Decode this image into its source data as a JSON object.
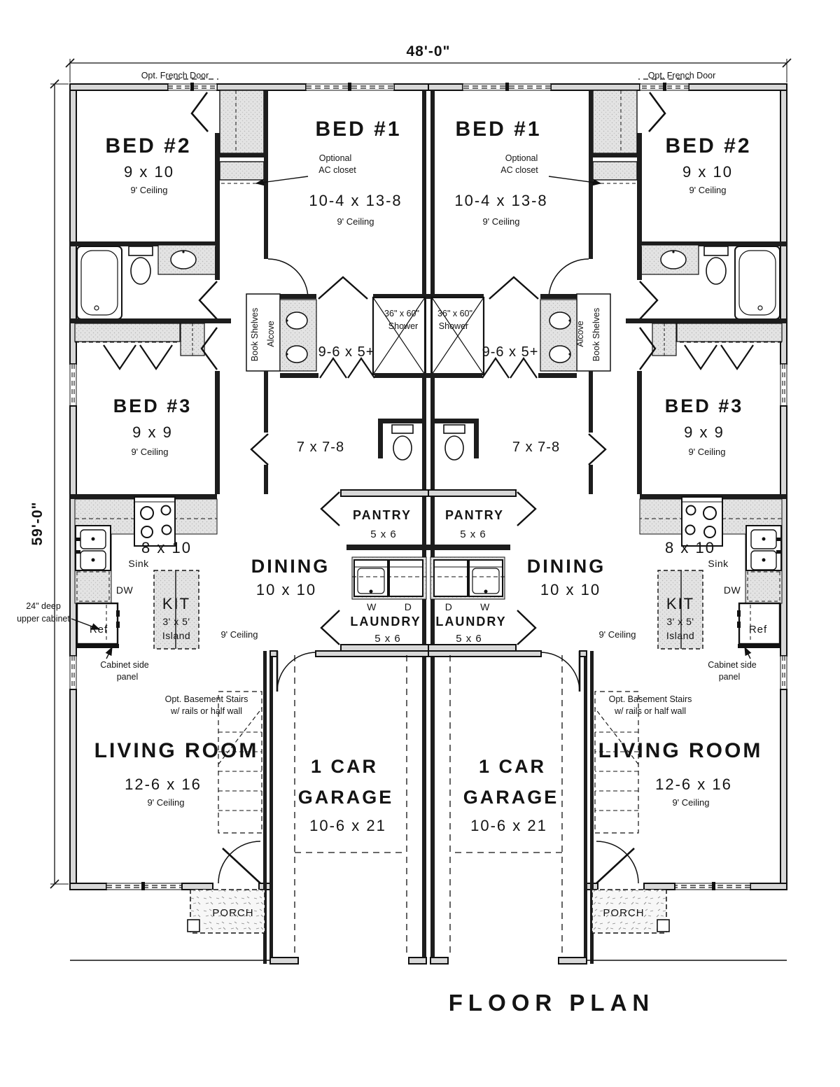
{
  "title": "FLOOR PLAN",
  "dimensions": {
    "width": "48'-0\"",
    "height": "59'-0\""
  },
  "notes": {
    "french_door": "Opt. French Door",
    "optional": "Optional",
    "ac_closet": "AC closet",
    "book_shelves": "Book Shelves",
    "alcove": "Alcove",
    "upper_cab_1": "24\" deep",
    "upper_cab_2": "upper cabinet",
    "cab_panel_1": "Cabinet side",
    "cab_panel_2": "panel",
    "stairs_1": "Opt. Basement Stairs",
    "stairs_2": "w/ rails or half wall"
  },
  "rooms": {
    "bed1": {
      "name": "BED #1",
      "size": "10-4 x 13-8",
      "ceiling": "9' Ceiling"
    },
    "bed2": {
      "name": "BED #2",
      "size": "9 x 10",
      "ceiling": "9' Ceiling"
    },
    "bed3": {
      "name": "BED #3",
      "size": "9 x 9",
      "ceiling": "9' Ceiling"
    },
    "bath": {
      "size": "9-6 x 5+",
      "shower_1": "36\" x 60\"",
      "shower_2": "Shower",
      "wc_size": "7 x 7-8"
    },
    "kitchen": {
      "size": "8 x 10",
      "sink": "Sink",
      "dw": "DW",
      "ref": "Ref",
      "kit": "KIT",
      "island_size": "3' x 5'",
      "island": "Island",
      "ceiling": "9' Ceiling"
    },
    "dining": {
      "name": "DINING",
      "size": "10 x 10"
    },
    "pantry": {
      "name": "PANTRY",
      "size": "5 x 6"
    },
    "laundry": {
      "name": "LAUNDRY",
      "size": "5 x 6",
      "washer": "W",
      "dryer": "D"
    },
    "living": {
      "name": "LIVING ROOM",
      "size": "12-6 x 16",
      "ceiling": "9' Ceiling"
    },
    "garage": {
      "name_1": "1 CAR",
      "name_2": "GARAGE",
      "size": "10-6 x 21"
    },
    "porch": {
      "name": "PORCH"
    }
  }
}
